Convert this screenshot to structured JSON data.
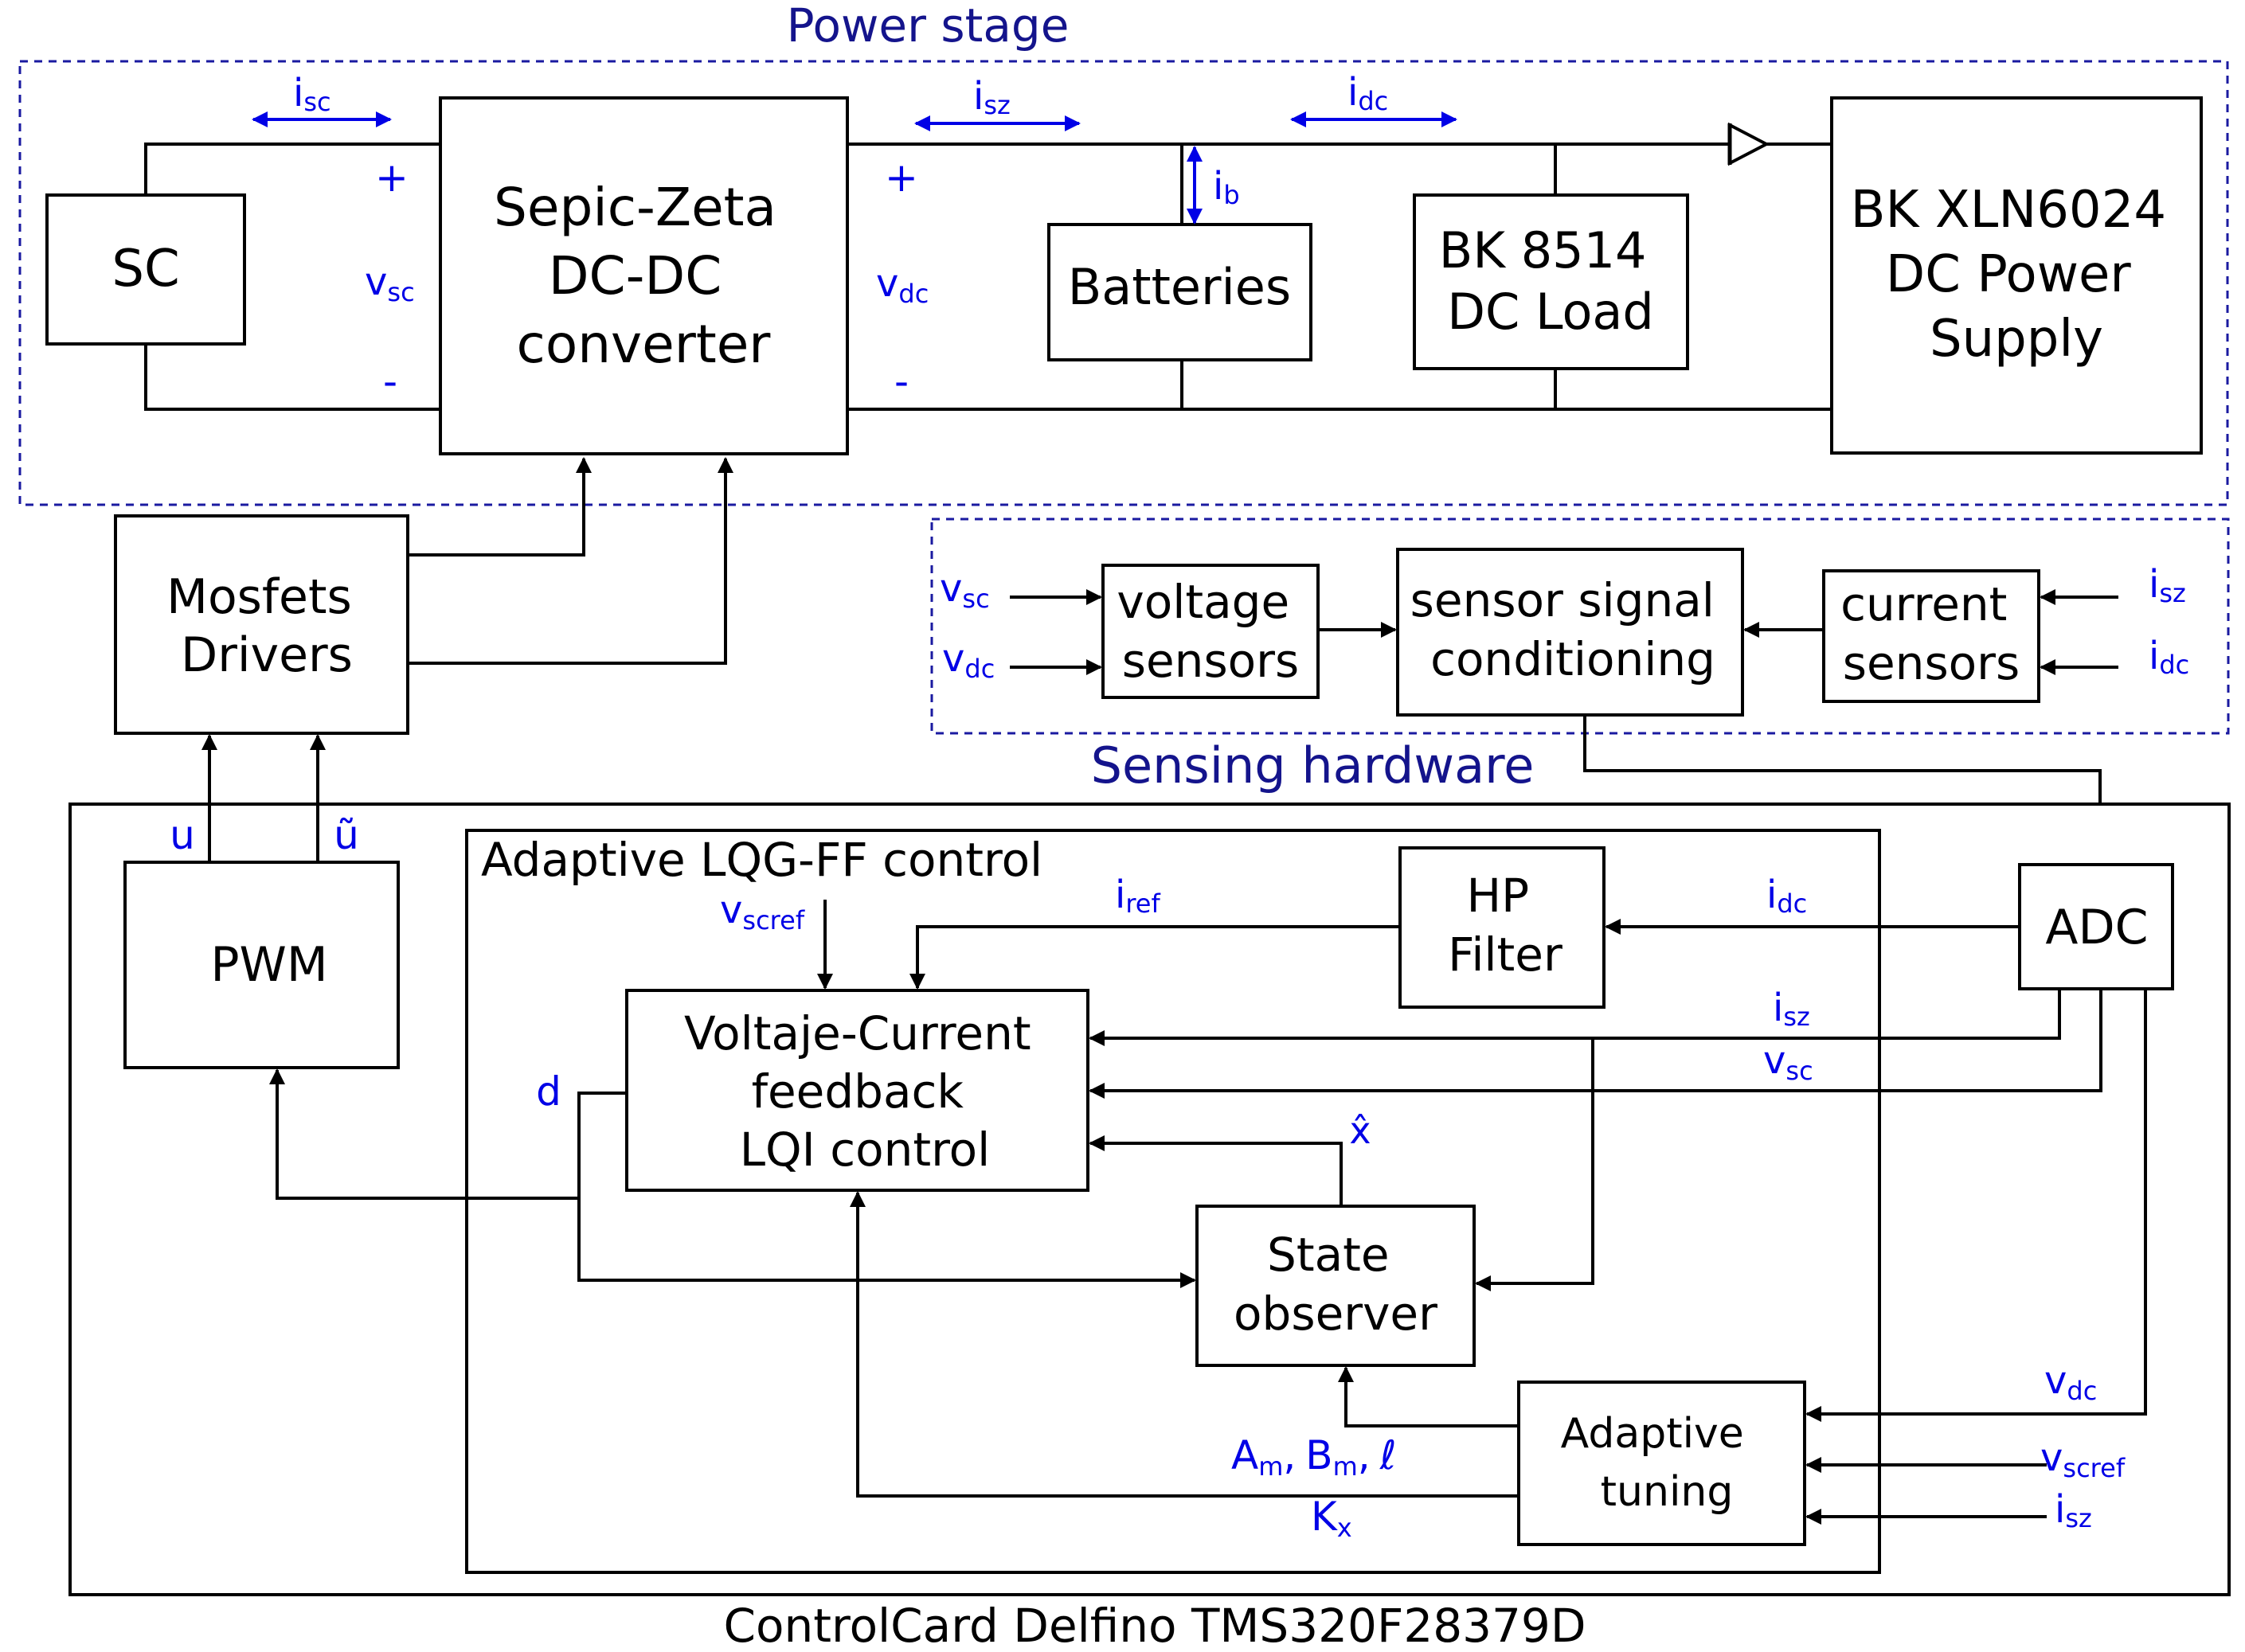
{
  "sections": {
    "power_stage": "Power stage",
    "sensing_hardware": "Sensing hardware",
    "control_card": "ControlCard Delfino TMS320F28379D",
    "adaptive_control": "Adaptive LQG-FF control"
  },
  "blocks": {
    "sc": "SC",
    "converter": [
      "Sepic-Zeta",
      "DC-DC",
      "converter"
    ],
    "batteries": "Batteries",
    "dc_load": [
      "BK 8514",
      "DC Load"
    ],
    "power_supply": [
      "BK XLN6024",
      "DC Power",
      "Supply"
    ],
    "mosfet_drivers": [
      "Mosfets",
      "Drivers"
    ],
    "voltage_sensors": [
      "voltage",
      "sensors"
    ],
    "signal_conditioning": [
      "sensor signal",
      "conditioning"
    ],
    "current_sensors": [
      "current",
      "sensors"
    ],
    "pwm": "PWM",
    "hp_filter": [
      "HP",
      "Filter"
    ],
    "adc": "ADC",
    "lqi_control": [
      "Voltaje-Current",
      "feedback",
      "LQI control"
    ],
    "state_observer": [
      "State",
      "observer"
    ],
    "adaptive_tuning": [
      "Adaptive",
      "tuning"
    ]
  },
  "signals": {
    "plus": "+",
    "minus": "-",
    "v": "v",
    "i": "i",
    "sc": "sc",
    "sz": "sz",
    "dc": "dc",
    "b": "b",
    "ref": "ref",
    "scref": "scref",
    "u": "u",
    "u_tilde": "ũ",
    "d": "d",
    "x_hat": "x̂",
    "A": "A",
    "m": "m",
    "B": "B",
    "ell": "ℓ",
    "K": "K",
    "x": "x",
    "comma": ","
  },
  "colors": {
    "signal_label": "#0000e6",
    "section_title": "#14148c",
    "dashed_border": "#1a1aa0",
    "block_stroke": "#000000"
  }
}
